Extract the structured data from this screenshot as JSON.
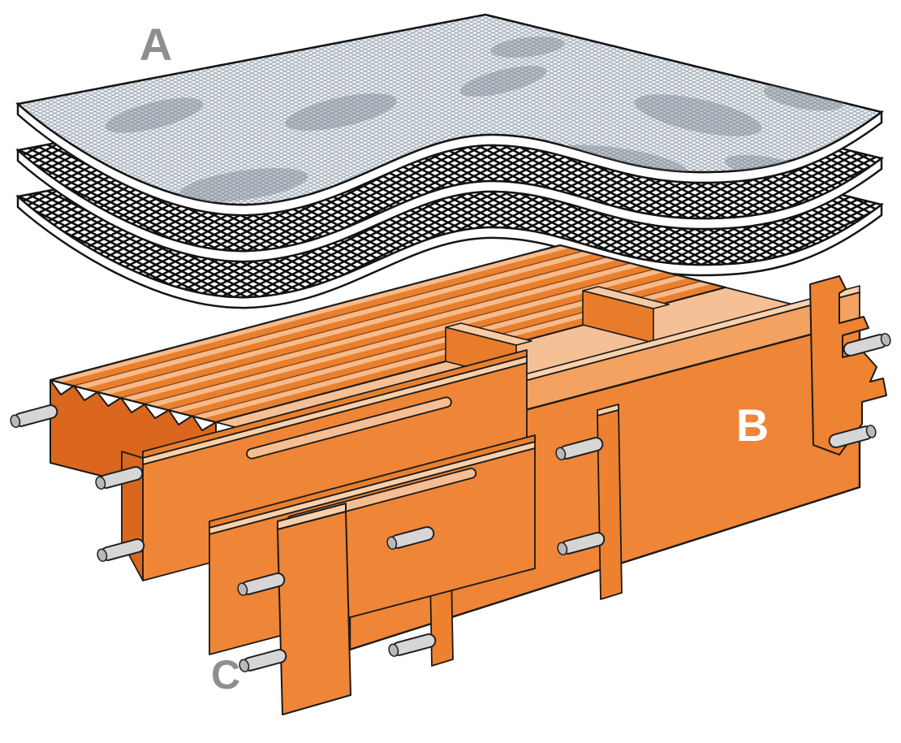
{
  "diagram": {
    "type": "technical-illustration",
    "description": "Exploded assembly view: a stack of three wavy mesh screen sheets (A) floating above an orange isometric ribbed frame (B) fitted with protruding cylindrical metal pins (C)",
    "labels": {
      "a": {
        "text": "A"
      },
      "b": {
        "text": "B"
      },
      "c": {
        "text": "C"
      }
    },
    "parts": [
      {
        "label": "A",
        "name": "mesh-sheet-stack",
        "detail": "Three flexible wavy mesh sheets: top sheet fine light mesh with grey mottled patches, lower two sheets coarse dark diamond mesh, each with a white edge band"
      },
      {
        "label": "B",
        "name": "ribbed-frame",
        "detail": "Orange isometric frame with seven parallel top ribs, serrated left end, slotted cross walls, stepped front walls with vertical posts, and a notched right end bracket"
      },
      {
        "label": "C",
        "name": "metal-pins",
        "detail": "Cylindrical steel locating pins protruding from the frame ends and front posts"
      }
    ],
    "counts": {
      "mesh_sheets": 3,
      "top_ribs": 7,
      "visible_pins": 11
    },
    "colors": {
      "label_gray": "#8e8e8e",
      "label_white": "#ffffff",
      "frame_orange": "#EF8536",
      "frame_orange_dark": "#DA671D",
      "frame_orange_mid": "#F3A261",
      "frame_orange_light": "#FAD0AA",
      "frame_floor": "#F6C096",
      "outline": "#1a1a1a",
      "mesh_dark": "#0e0e0e",
      "mesh_fine_line": "#a2adb8",
      "pin_gray": "#D6D6D6"
    }
  }
}
